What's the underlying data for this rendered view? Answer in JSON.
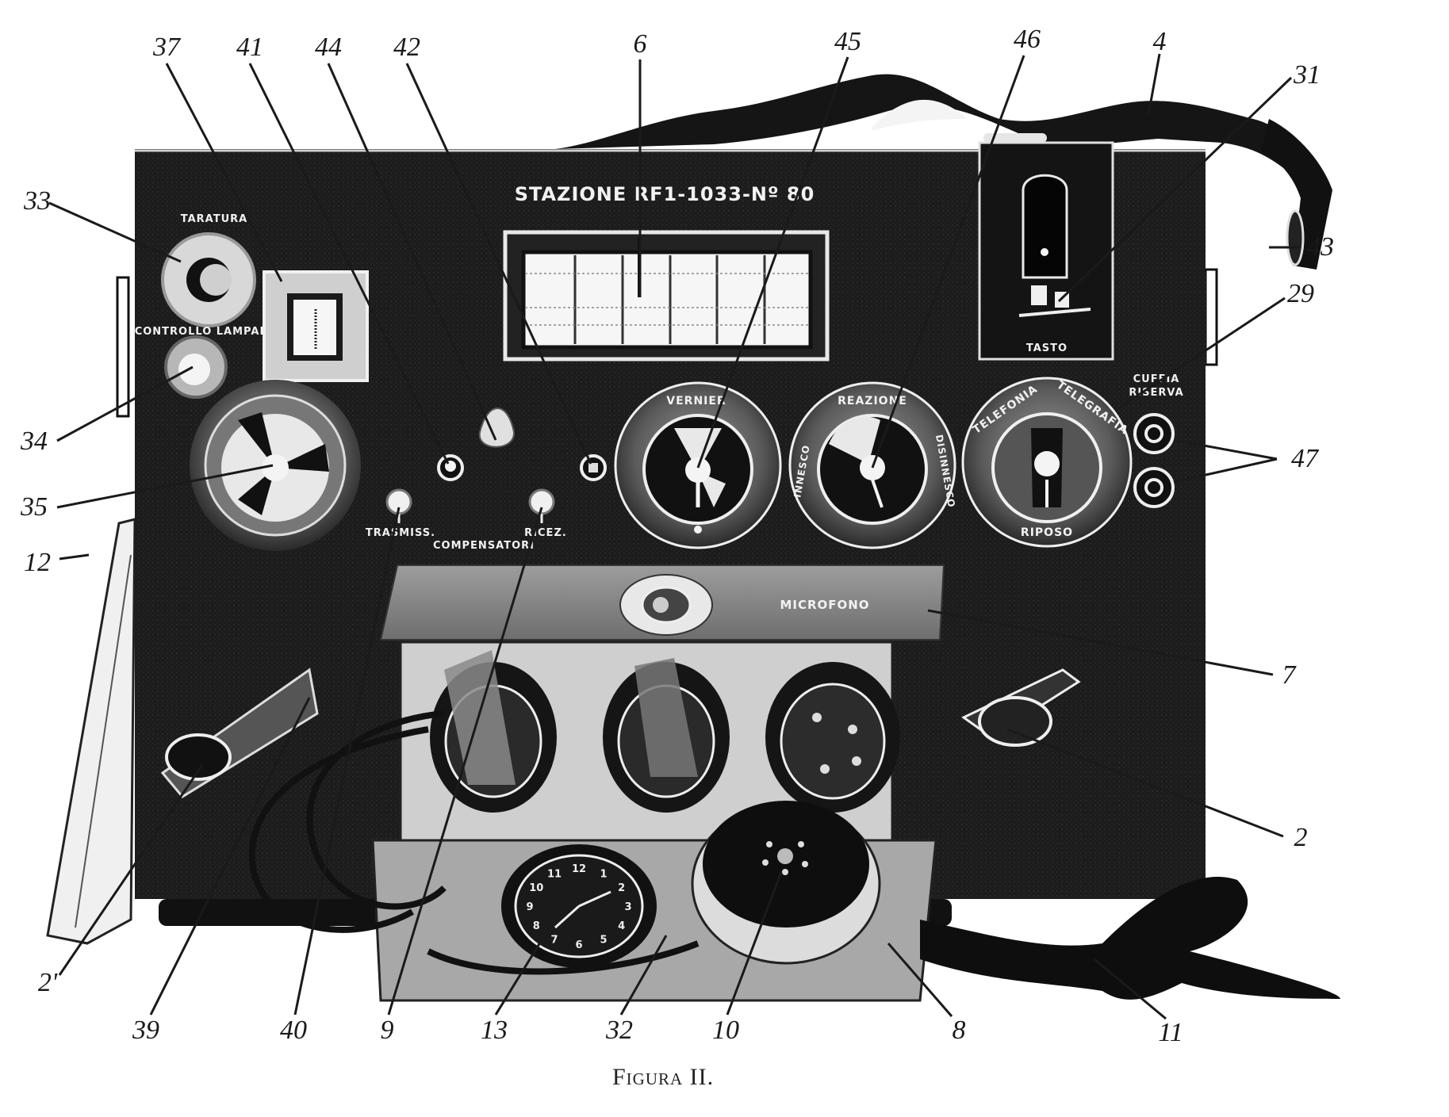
{
  "figure": {
    "caption": "Figura II.",
    "station_plate": "STAZIONE RF1-1033-Nº 80"
  },
  "panel_labels": {
    "taratura": "TARATURA",
    "controllo": "CONTROLLO LAMPADA",
    "vernier": "VERNIER",
    "reazione": "REAZIONE",
    "innesco": "INNESCO",
    "disinnesco": "DISINNESCO",
    "telefonia": "TELEFONIA",
    "telegrafia": "TELEGRAFIA",
    "riposo": "RIPOSO",
    "cuffia": "CUFFIA",
    "riserva": "RISERVA",
    "tasto": "TASTO",
    "trasmiss": "TRASMISS.",
    "compensatori": "COMPENSATORI",
    "ricez": "RICEZ.",
    "microfono": "MICROFONO",
    "clock_numerals": [
      "11",
      "12",
      "1",
      "10",
      "2",
      "9",
      "3",
      "8",
      "4",
      "7",
      "6",
      "5"
    ]
  },
  "callouts": [
    {
      "id": "33",
      "label": "33"
    },
    {
      "id": "37",
      "label": "37"
    },
    {
      "id": "41",
      "label": "41"
    },
    {
      "id": "44",
      "label": "44"
    },
    {
      "id": "42",
      "label": "42"
    },
    {
      "id": "6",
      "label": "6"
    },
    {
      "id": "45",
      "label": "45"
    },
    {
      "id": "46",
      "label": "46"
    },
    {
      "id": "4",
      "label": "4"
    },
    {
      "id": "31",
      "label": "31"
    },
    {
      "id": "43",
      "label": "43"
    },
    {
      "id": "29",
      "label": "29"
    },
    {
      "id": "34",
      "label": "34"
    },
    {
      "id": "35",
      "label": "35"
    },
    {
      "id": "47",
      "label": "47"
    },
    {
      "id": "12",
      "label": "12"
    },
    {
      "id": "7",
      "label": "7"
    },
    {
      "id": "2r",
      "label": "2"
    },
    {
      "id": "2l",
      "label": "2'"
    },
    {
      "id": "39",
      "label": "39"
    },
    {
      "id": "40",
      "label": "40"
    },
    {
      "id": "9",
      "label": "9"
    },
    {
      "id": "13",
      "label": "13"
    },
    {
      "id": "32",
      "label": "32"
    },
    {
      "id": "10",
      "label": "10"
    },
    {
      "id": "8",
      "label": "8"
    },
    {
      "id": "11",
      "label": "11"
    }
  ]
}
